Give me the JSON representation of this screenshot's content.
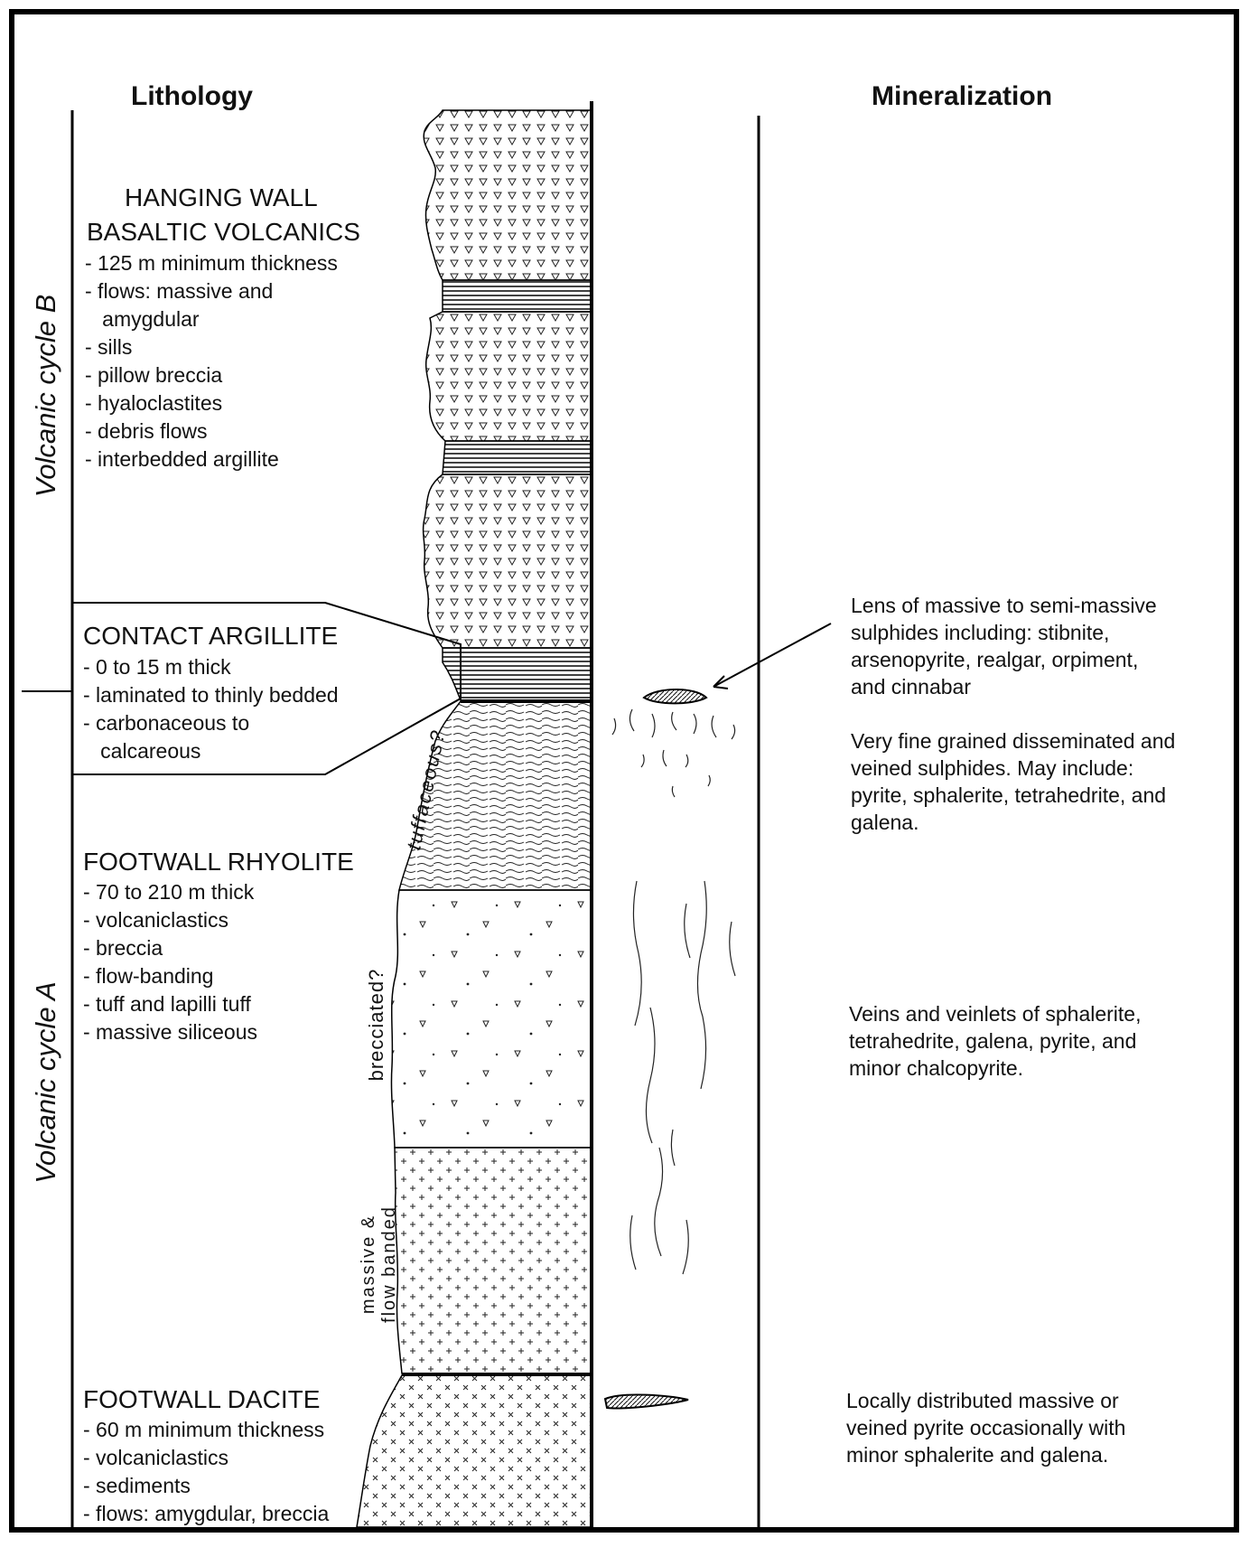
{
  "headers": {
    "lithology": "Lithology",
    "mineralization": "Mineralization"
  },
  "cycles": {
    "b": "Volcanic cycle B",
    "a": "Volcanic cycle A"
  },
  "units": {
    "hanging_wall": {
      "title_line1": "HANGING WALL",
      "title_line2": "BASALTIC VOLCANICS",
      "items": [
        "- 125 m minimum thickness",
        "- flows:  massive and",
        "   amygdular",
        "- sills",
        "- pillow breccia",
        "- hyaloclastites",
        "- debris flows",
        "- interbedded argillite"
      ]
    },
    "contact_argillite": {
      "title": "CONTACT ARGILLITE",
      "items": [
        "- 0 to 15 m thick",
        "- laminated to thinly bedded",
        "- carbonaceous to",
        "   calcareous"
      ]
    },
    "footwall_rhyolite": {
      "title": "FOOTWALL RHYOLITE",
      "items": [
        "- 70 to 210 m thick",
        "- volcaniclastics",
        "- breccia",
        "- flow-banding",
        "- tuff and lapilli tuff",
        "- massive siliceous"
      ]
    },
    "footwall_dacite": {
      "title": "FOOTWALL DACITE",
      "items": [
        "- 60 m minimum thickness",
        "- volcaniclastics",
        "- sediments",
        "- flows: amygdular, breccia"
      ]
    }
  },
  "column_labels": {
    "tuffaceous": "tuffaceous?",
    "brecciated": "brecciated?",
    "massive_line1": "massive &",
    "massive_line2": "flow banded"
  },
  "mineralization": {
    "lens": [
      "Lens of massive to semi-massive",
      "sulphides including:  stibnite,",
      "arsenopyrite, realgar, orpiment,",
      "and cinnabar"
    ],
    "disseminated": [
      "Very fine grained disseminated and",
      "veined sulphides.  May include:",
      "pyrite, sphalerite, tetrahedrite, and",
      "galena."
    ],
    "veins": [
      "Veins and veinlets of sphalerite,",
      "tetrahedrite, galena, pyrite, and",
      "minor chalcopyrite."
    ],
    "pyrite": [
      "Locally distributed massive or",
      "veined pyrite occasionally with",
      "minor sphalerite and galena."
    ]
  }
}
